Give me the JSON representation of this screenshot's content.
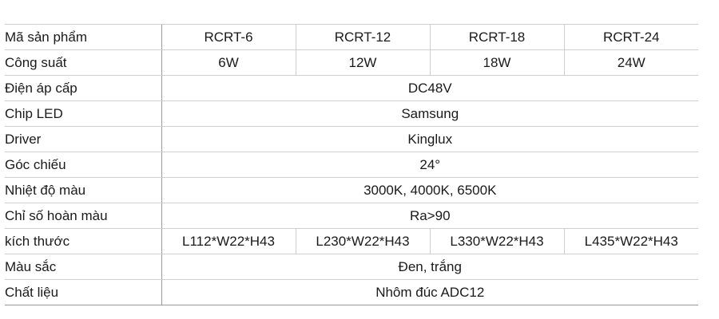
{
  "spec_table": {
    "rows": [
      {
        "label": "Mã sản phẩm",
        "values": [
          "RCRT-6",
          "RCRT-12",
          "RCRT-18",
          "RCRT-24"
        ]
      },
      {
        "label": "Công suất",
        "values": [
          "6W",
          "12W",
          "18W",
          "24W"
        ]
      },
      {
        "label": "Điện áp cấp",
        "value": "DC48V"
      },
      {
        "label": "Chip LED",
        "value": "Samsung"
      },
      {
        "label": "Driver",
        "value": "Kinglux"
      },
      {
        "label": "Góc chiếu",
        "value": "24°"
      },
      {
        "label": "Nhiệt độ màu",
        "value": "3000K, 4000K, 6500K"
      },
      {
        "label": "Chỉ số hoàn màu",
        "value": "Ra>90"
      },
      {
        "label": "kích thước",
        "values": [
          "L112*W22*H43",
          "L230*W22*H43",
          "L330*W22*H43",
          "L435*W22*H43"
        ]
      },
      {
        "label": "Màu sắc",
        "value": "Đen, trắng"
      },
      {
        "label": "Chất liệu",
        "value": "Nhôm đúc ADC12"
      }
    ]
  }
}
